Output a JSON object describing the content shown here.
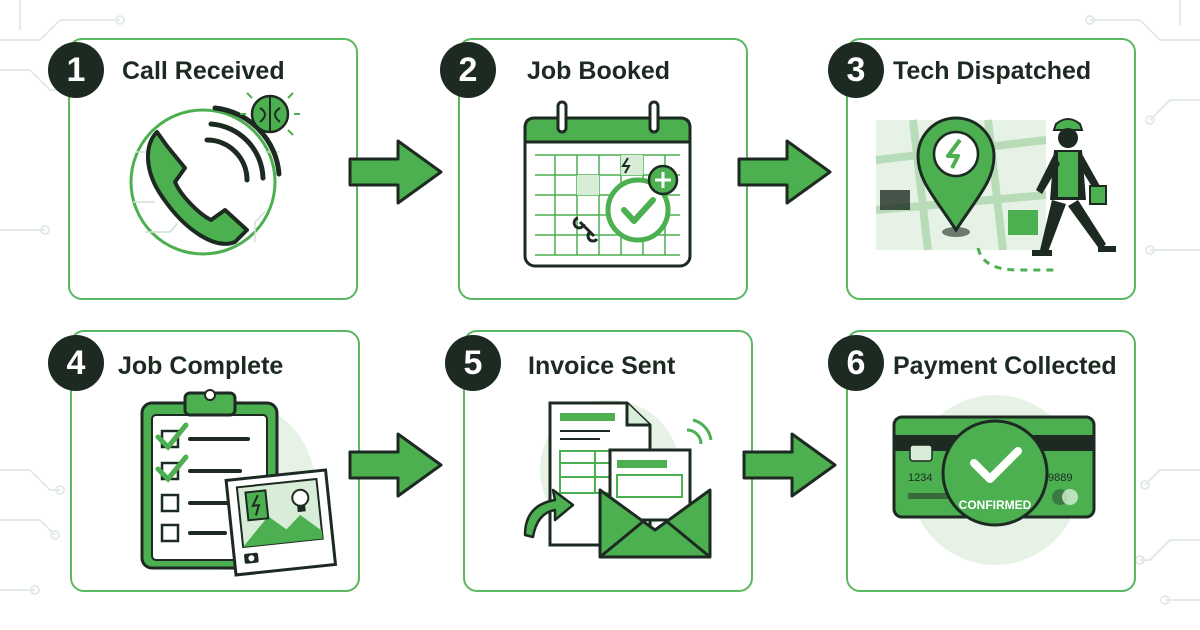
{
  "colors": {
    "accent": "#4caf50",
    "accent_light": "#cfe8cf",
    "dark": "#1d2a22",
    "card_border": "#5cb860"
  },
  "steps": [
    {
      "number": "1",
      "title": "Call Received",
      "icon": "phone-ai-icon"
    },
    {
      "number": "2",
      "title": "Job Booked",
      "icon": "calendar-check-icon"
    },
    {
      "number": "3",
      "title": "Tech Dispatched",
      "icon": "map-pin-technician-icon"
    },
    {
      "number": "4",
      "title": "Job Complete",
      "icon": "clipboard-photo-icon"
    },
    {
      "number": "5",
      "title": "Invoice Sent",
      "icon": "invoice-envelope-icon"
    },
    {
      "number": "6",
      "title": "Payment Collected",
      "icon": "credit-card-confirmed-icon"
    }
  ],
  "card": {
    "number_left": "1234",
    "number_right": "9889",
    "stamp": "CONFIRMED"
  }
}
